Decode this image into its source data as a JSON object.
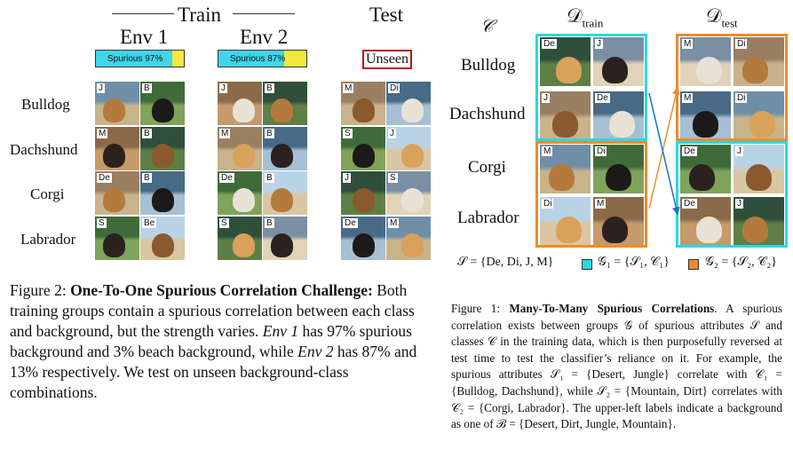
{
  "left_figure": {
    "header_train": "Train",
    "header_test": "Test",
    "env1_label": "Env 1",
    "env2_label": "Env 2",
    "env1_bar": {
      "label": "Spurious 97%",
      "fraction": 0.97
    },
    "env2_bar": {
      "label": "Spurious 87%",
      "fraction": 0.87
    },
    "unseen_label": "Unseen",
    "classes": [
      "Bulldog",
      "Dachshund",
      "Corgi",
      "Labrador"
    ],
    "env1_tags": [
      [
        "J",
        "B"
      ],
      [
        "M",
        "B"
      ],
      [
        "De",
        "B"
      ],
      [
        "S",
        "Be"
      ]
    ],
    "env2_tags": [
      [
        "J",
        "B"
      ],
      [
        "M",
        "B"
      ],
      [
        "De",
        "B"
      ],
      [
        "S",
        "B"
      ]
    ],
    "test_tags": [
      [
        "M",
        "Di"
      ],
      [
        "S",
        "J"
      ],
      [
        "J",
        "S"
      ],
      [
        "De",
        "M"
      ]
    ]
  },
  "left_caption": {
    "prefix": "Figure 2: ",
    "title": "One-To-One Spurious Correlation Challenge:",
    "body1": " Both training groups contain a spurious correlation between each class and background, but the strength varies. ",
    "env1": "Env 1",
    "body2": " has 97% spurious background and 3% beach background, while ",
    "env2": "Env 2",
    "body3": " has 87% and 13% respectively.  We test on unseen background-class combinations."
  },
  "right_figure": {
    "c_label": "𝒞",
    "dtrain_label": "𝒟",
    "dtrain_sub": "train",
    "dtest_label": "𝒟",
    "dtest_sub": "test",
    "classes": [
      "Bulldog",
      "Dachshund",
      "Corgi",
      "Labrador"
    ],
    "train_tags": [
      [
        "De",
        "J"
      ],
      [
        "J",
        "De"
      ],
      [
        "M",
        "Di"
      ],
      [
        "Di",
        "M"
      ]
    ],
    "test_tags": [
      [
        "M",
        "Di"
      ],
      [
        "M",
        "Di"
      ],
      [
        "De",
        "J"
      ],
      [
        "De",
        "J"
      ]
    ],
    "colors": {
      "g1": "#2ad8e6",
      "g2": "#f08a2c"
    },
    "legend_s": "𝒮 = {De, Di, J, M}",
    "legend_g1": "𝒢₁ = {𝒮₁, 𝒞₁}",
    "legend_g2": "𝒢₂ = {𝒮₂, 𝒞₂}"
  },
  "right_caption": {
    "prefix": "Figure 1: ",
    "title": "Many-To-Many Spurious Correlations",
    "text": ". A spurious correlation exists between groups 𝒢 of spurious attributes 𝒮 and classes 𝒞 in the training data, which is then purposefully reversed at test time to test the classifier’s reliance on it.  For example, the spurious attributes 𝒮₁ = {Desert, Jungle} correlate with 𝒞₁ = {Bulldog, Dachshund}, while 𝒮₂ = {Mountain, Dirt} correlates with 𝒞₂ = {Corgi, Labrador}.  The upper-left labels indicate a background as one of ℬ = {Desert, Dirt, Jungle, Mountain}."
  }
}
